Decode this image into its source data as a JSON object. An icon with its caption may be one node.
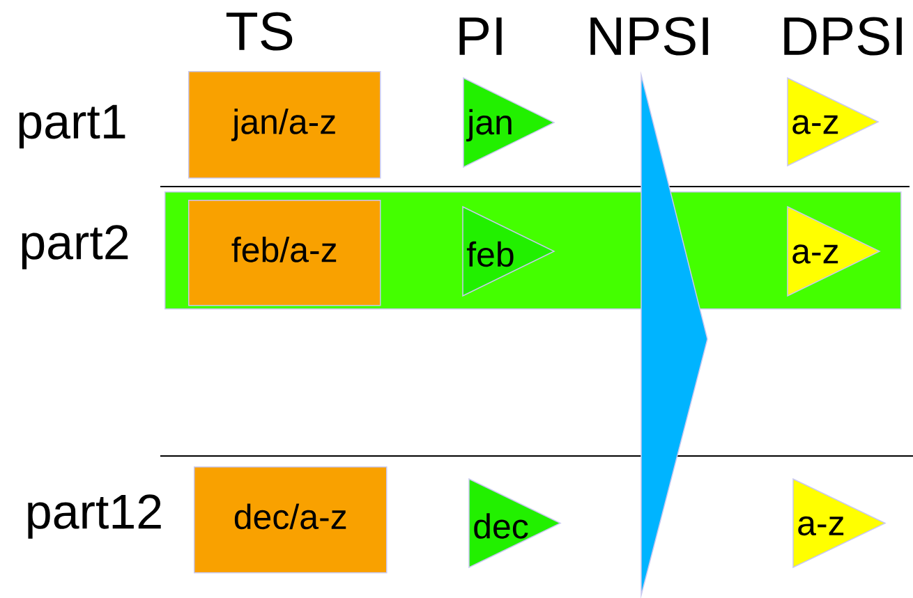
{
  "diagram": {
    "nodes": [
      {
        "text": [
          "jan/a-z"
        ]
      },
      {
        "text": [
          "jan"
        ]
      },
      {
        "text": [
          "NPSI"
        ]
      },
      {
        "text": [
          "a-z"
        ]
      },
      {
        "text": [],
        "shape": "band"
      },
      {
        "text": [
          "feb/a-z"
        ],
        "in": 4
      },
      {
        "text": [
          "feb"
        ],
        "in": 4
      },
      {
        "text": [
          "a-z"
        ],
        "in": 4
      },
      {
        "text": [
          "dec/a-z"
        ]
      },
      {
        "text": [
          "dec"
        ]
      },
      {
        "text": [
          "a-z"
        ]
      }
    ],
    "labels": [
      "TS",
      "PI",
      "DPSI",
      "part1",
      "part2",
      "part12"
    ]
  }
}
